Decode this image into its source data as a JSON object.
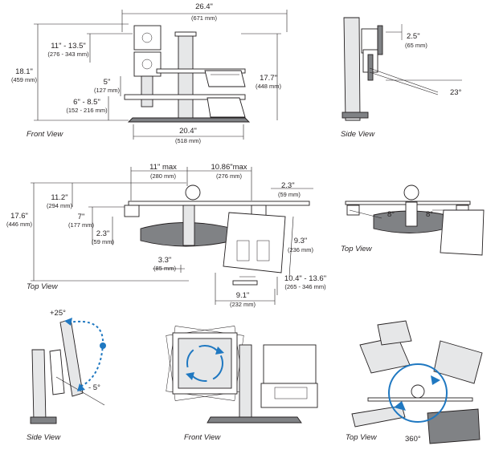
{
  "captions": {
    "front": "Front View",
    "side": "Side View",
    "top": "Top View",
    "top_small": "Top View",
    "side_bottom": "Side View",
    "front_bottom": "Front View",
    "top_bottom": "Top View"
  },
  "front_view": {
    "width_total": "26.4\"",
    "width_total_mm": "(671 mm)",
    "mon_height_range": "11\" - 13.5\"",
    "mon_height_range_mm": "(276 - 343 mm)",
    "total_height": "18.1\"",
    "total_height_mm": "(459 mm)",
    "d5": "5\"",
    "d5_mm": "(127 mm)",
    "d6": "6\" - 8.5\"",
    "d6_mm": "(152 - 216 mm)",
    "d177": "17.7\"",
    "d177_mm": "(448 mm)",
    "base_width": "20.4\"",
    "base_width_mm": "(518 mm)"
  },
  "side_view": {
    "offset": "2.5\"",
    "offset_mm": "(65 mm)",
    "tilt": "23°"
  },
  "top_view": {
    "arm_max": "11\" max",
    "arm_max_mm": "(280 mm)",
    "tray": "10.86\"max",
    "tray_mm": "(276 mm)",
    "d23a": "2.3\"",
    "d23a_mm": "(59 mm)",
    "d112": "11.2\"",
    "d112_mm": "(294 mm)",
    "d176": "17.6\"",
    "d176_mm": "(446 mm)",
    "d7": "7\"",
    "d7_mm": "(177 mm)",
    "d23b": "2.3\"",
    "d23b_mm": "(59 mm)",
    "d33": "3.3\"",
    "d33_mm": "(85 mm)",
    "d93": "9.3\"",
    "d93_mm": "(236 mm)",
    "d104": "10.4\" - 13.6\"",
    "d104_mm": "(265 - 346 mm)",
    "d91": "9.1\"",
    "d91_mm": "(232 mm)"
  },
  "top_small": {
    "angle_left": "8°",
    "angle_right": "8°"
  },
  "side_bottom": {
    "tilt_up": "+25°",
    "tilt_down": "- 5°"
  },
  "top_bottom": {
    "rotation": "360°"
  }
}
